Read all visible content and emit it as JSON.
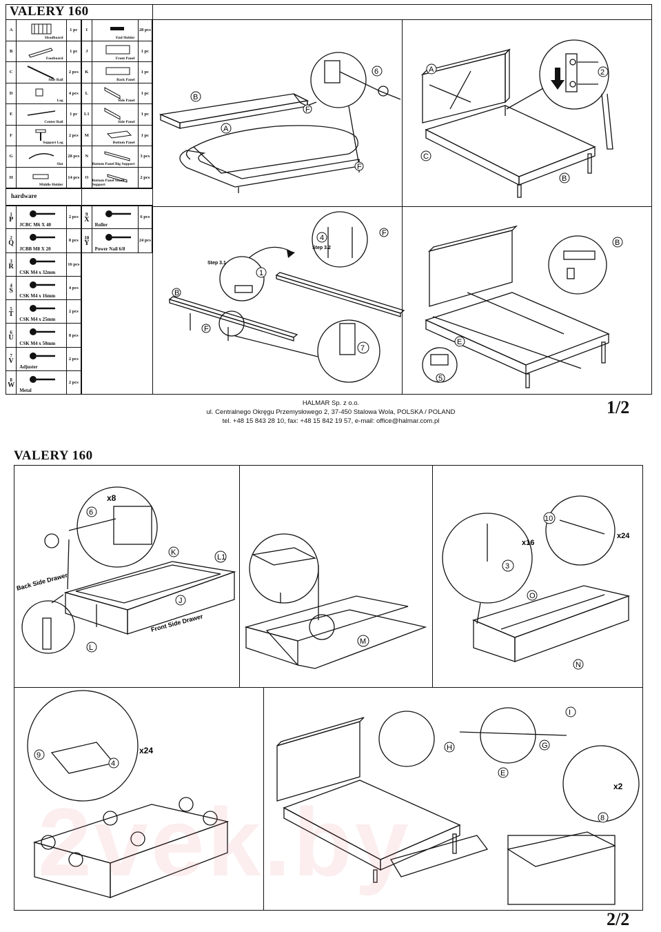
{
  "page1": {
    "title": "VALERY 160",
    "page_number": "1/2",
    "parts_left": [
      {
        "code": "A",
        "name": "Headboard",
        "qty": "1 pc",
        "icon": "headboard-icon"
      },
      {
        "code": "B",
        "name": "Footboard",
        "qty": "1 pc",
        "icon": "footboard-icon"
      },
      {
        "code": "C",
        "name": "Side Rail",
        "qty": "2 pcs",
        "icon": "side-rail-icon"
      },
      {
        "code": "D",
        "name": "Leg",
        "qty": "4 pcs",
        "icon": "leg-icon"
      },
      {
        "code": "E",
        "name": "Center Rail",
        "qty": "1 pc",
        "icon": "center-rail-icon"
      },
      {
        "code": "F",
        "name": "Support Leg",
        "qty": "2 pcs",
        "icon": "support-leg-icon"
      },
      {
        "code": "G",
        "name": "Slat",
        "qty": "28 pcs",
        "icon": "slat-icon"
      },
      {
        "code": "H",
        "name": "Middle Holder",
        "qty": "14 pcs",
        "icon": "middle-holder-icon"
      }
    ],
    "parts_right": [
      {
        "code": "I",
        "name": "End Holder",
        "qty": "28 pcs",
        "icon": "end-holder-icon"
      },
      {
        "code": "J",
        "name": "Front Panel",
        "qty": "1 pc",
        "icon": "front-panel-icon"
      },
      {
        "code": "K",
        "name": "Back Panel",
        "qty": "1 pc",
        "icon": "back-panel-icon"
      },
      {
        "code": "L",
        "name": "Side Panel",
        "qty": "1 pc",
        "icon": "side-panel-icon"
      },
      {
        "code": "L1",
        "name": "Side Panel",
        "qty": "1 pc",
        "icon": "side-panel-icon"
      },
      {
        "code": "M",
        "name": "Bottom Panel",
        "qty": "1 pc",
        "icon": "bottom-panel-icon"
      },
      {
        "code": "N",
        "name": "Bottom Panel Big Support",
        "qty": "3 pcs",
        "icon": "big-support-icon"
      },
      {
        "code": "O",
        "name": "Bottom Panel Small Support",
        "qty": "2 pcs",
        "icon": "small-support-icon"
      }
    ],
    "hardware_label": "hardware",
    "hardware_left": [
      {
        "num": "1",
        "letter": "P",
        "name": "JCBC M6 X 40",
        "qty": "2 pcs"
      },
      {
        "num": "2",
        "letter": "Q",
        "name": "JCBB M8 X 20",
        "qty": "8 pcs"
      },
      {
        "num": "3",
        "letter": "R",
        "name": "CSK M4 x 32mm",
        "qty": "16 pcs"
      },
      {
        "num": "4",
        "letter": "S",
        "name": "CSK M4 x 16mm",
        "qty": "4 pcs"
      },
      {
        "num": "5",
        "letter": "T",
        "name": "CSK M4 x 25mm",
        "qty": "2 pcs"
      },
      {
        "num": "6",
        "letter": "U",
        "name": "CSK M4 x 50mm",
        "qty": "8 pcs"
      },
      {
        "num": "7",
        "letter": "V",
        "name": "Adjuster",
        "qty": "2 pcs"
      },
      {
        "num": "8",
        "letter": "W",
        "name": "Metal",
        "qty": "2 pcs"
      }
    ],
    "hardware_right": [
      {
        "num": "9",
        "letter": "X",
        "name": "Roller",
        "qty": "6 pcs"
      },
      {
        "num": "10",
        "letter": "Y",
        "name": "Power Nail 6/8",
        "qty": "24 pcs"
      }
    ],
    "step_labels": [
      "Step 3.1",
      "Step 3.2"
    ],
    "callouts": {
      "s1": [
        "B",
        "A",
        "F",
        "F",
        "6"
      ],
      "s2": [
        "A",
        "C",
        "B",
        "2"
      ],
      "s3": [
        "B",
        "F",
        "1",
        "4",
        "F",
        "7"
      ],
      "s4": [
        "B",
        "E",
        "5"
      ]
    },
    "footer": {
      "company": "HALMAR Sp. z o.o.",
      "address": "ul. Centralnego Okręgu Przemysłowego 2, 37-450 Stalowa Wola, POLSKA / POLAND",
      "contact": "tel. +48 15 843 28 10, fax: +48 15 842 19 57, e-mail: office@halmar.com.pl"
    }
  },
  "page2": {
    "title": "VALERY 160",
    "page_number": "2/2",
    "step1": {
      "mult": "x8",
      "label_back": "Back Side Drawer",
      "label_front": "Front Side Drawer",
      "callouts": [
        "6",
        "K",
        "L1",
        "J",
        "L"
      ]
    },
    "step2": {
      "callouts": [
        "M"
      ]
    },
    "step3": {
      "mult1": "x16",
      "mult2": "x24",
      "callouts": [
        "3",
        "10",
        "O",
        "N"
      ]
    },
    "step4": {
      "mult": "x24",
      "callouts": [
        "9",
        "4"
      ]
    },
    "step5": {
      "mult": "x2",
      "callouts": [
        "I",
        "H",
        "G",
        "E",
        "8"
      ]
    }
  },
  "watermark": "2vek.by"
}
